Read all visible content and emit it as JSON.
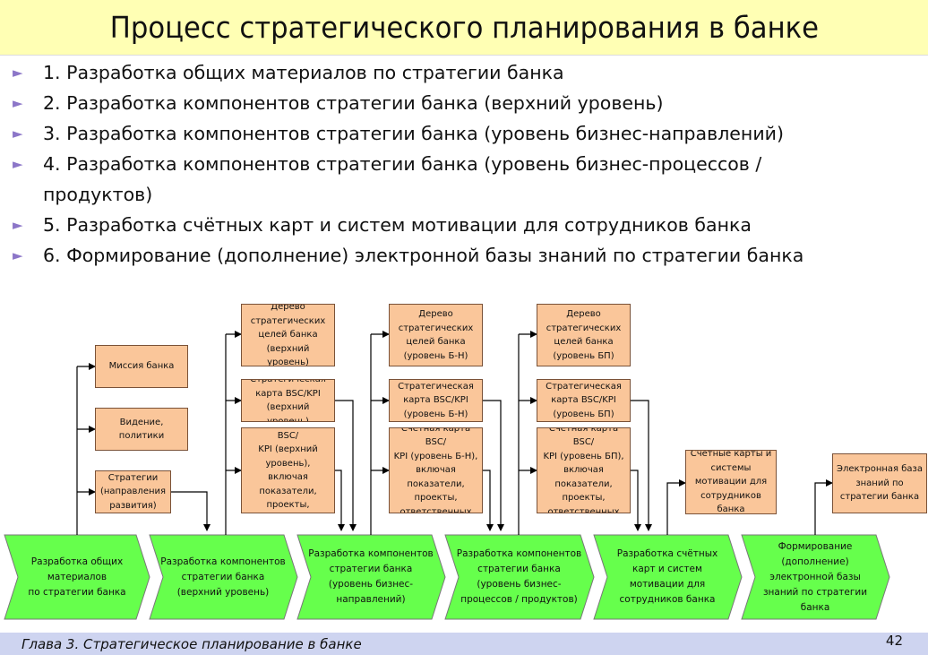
{
  "title": "Процесс стратегического планирования в банке",
  "bullets": [
    "1. Разработка общих материалов по стратегии банка",
    "2. Разработка компонентов стратегии банка (верхний уровень)",
    "3. Разработка компонентов стратегии банка (уровень бизнес-направлений)",
    "4. Разработка компонентов стратегии банка (уровень бизнес-процессов / продуктов)",
    "5. Разработка счётных карт и систем мотивации для сотрудников банка",
    "6. Формирование (дополнение) электронной базы знаний по стратегии банка"
  ],
  "process_steps": [
    "Разработка общих\nматериалов\nпо стратегии банка",
    "Разработка компонентов\nстратегии банка\n(верхний уровень)",
    "Разработка компонентов\nстратегии банка\n(уровень бизнес-\nнаправлений)",
    "Разработка компонентов\nстратегии банка\n(уровень бизнес-\nпроцессов / продуктов)",
    "Разработка счётных\nкарт и систем\nмотивации для\nсотрудников банка",
    "Формирование\n(дополнение)\nэлектронной базы\nзнаний по стратегии\nбанка"
  ],
  "outputs": {
    "mission": "Миссия банка",
    "vision": "Видение, политики",
    "strategies": "Стратегии\n(направления\nразвития)",
    "tree_top": "Дерево\nстратегических\nцелей банка\n(верхний уровень)",
    "map_top": "Стратегическая\nкарта BSC/KPI\n(верхний уровень)",
    "scorecard_top": "Счётная карта BSC/\nKPI (верхний\nуровень), включая\nпоказатели,\nпроекты,\nответственных",
    "tree_bn": "Дерево\nстратегических\nцелей банка\n(уровень Б-Н)",
    "map_bn": "Стратегическая\nкарта BSC/KPI\n(уровень Б-Н)",
    "scorecard_bn": "Счётная карта BSC/\nKPI (уровень Б-Н),\nвключая\nпоказатели,\nпроекты,\nответственных",
    "tree_bp": "Дерево\nстратегических\nцелей банка\n(уровень БП)",
    "map_bp": "Стратегическая\nкарта BSC/KPI\n(уровень БП)",
    "scorecard_bp": "Счётная карта BSC/\nKPI (уровень БП),\nвключая\nпоказатели,\nпроекты,\nответственных",
    "motivation": "Счётные карты и\nсистемы\nмотивации для\nсотрудников банка",
    "knowledge_base": "Электронная база\nзнаний по\nстратегии банка"
  },
  "colors": {
    "title_bg": "#ffffb4",
    "output_fill": "#fac69a",
    "step_fill": "#66ff4c",
    "footer_bg": "#ced4f0",
    "bullet_marker": "#8c76c8"
  },
  "bullet_icon": "triangle-right-icon",
  "footer": {
    "chapter": "Глава 3. Стратегическое планирование в банке",
    "page": "42"
  }
}
